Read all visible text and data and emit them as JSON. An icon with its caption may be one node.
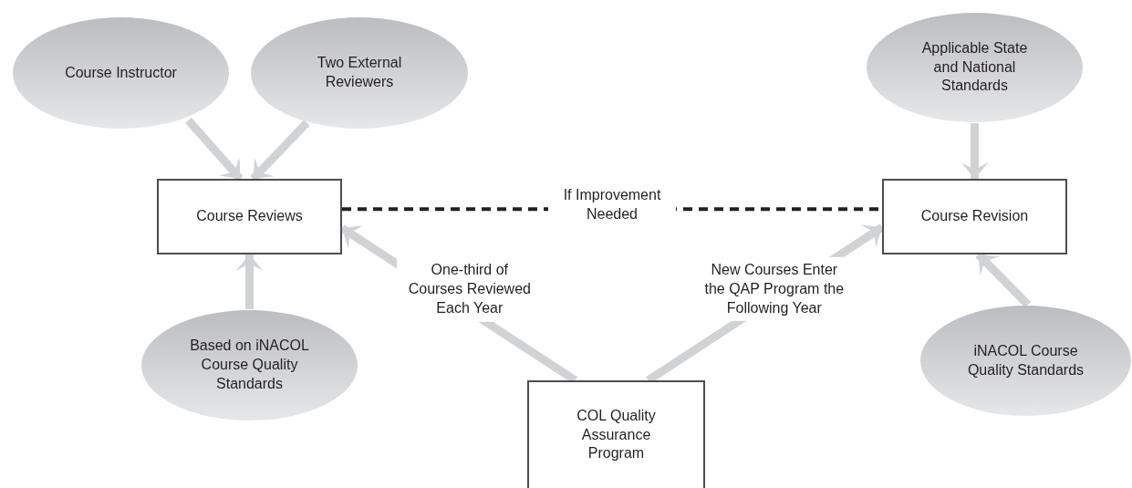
{
  "diagram": {
    "nodes": [
      {
        "text": [
          "Course Instructor"
        ]
      },
      {
        "text": [
          "Two External Reviewers"
        ]
      },
      {
        "text": [
          "Course Reviews"
        ]
      },
      {
        "text": [
          "Based on iNACOL Course Quality Standards"
        ]
      },
      {
        "text": [
          "Applicable State and National Standards"
        ]
      },
      {
        "text": [
          "Course Revision"
        ]
      },
      {
        "text": [
          "iNACOL Course Quality Standards"
        ]
      },
      {
        "text": [
          "COL Quality Assurance Program"
        ]
      }
    ],
    "edges": [
      {
        "from": 0,
        "to": 2,
        "arrow": "to"
      },
      {
        "from": 1,
        "to": 2,
        "arrow": "to"
      },
      {
        "from": 3,
        "to": 2,
        "arrow": "to"
      },
      {
        "from": 7,
        "to": 2,
        "arrow": "to",
        "label": "One-third of Courses Reviewed Each Year"
      },
      {
        "from": 7,
        "to": 5,
        "arrow": "to",
        "label": "New Courses Enter the QAP Program the Following Year"
      },
      {
        "from": 4,
        "to": 5,
        "arrow": "to"
      },
      {
        "from": 6,
        "to": 5,
        "arrow": "to"
      },
      {
        "from": 2,
        "to": 5,
        "arrow": "none",
        "label": "If Improvement Needed",
        "style": "dashed",
        "color": "#231f20"
      }
    ]
  }
}
